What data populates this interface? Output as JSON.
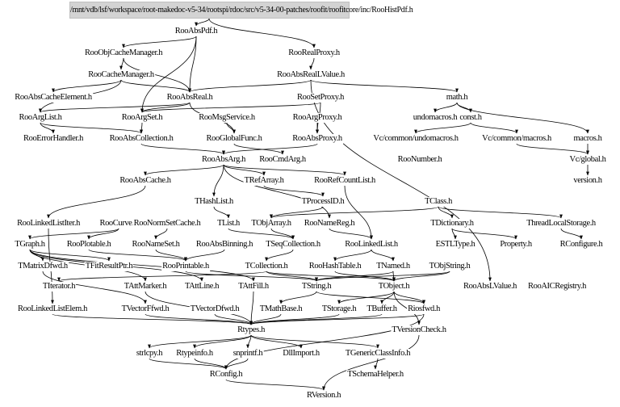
{
  "root": {
    "label": "/mnt/vdb/lsf/workspace/root-makedoc-v5-34/rootspi/rdoc/src/v5-34-00-patches/roofit/roofitcore/inc/RooHistPdf.h"
  },
  "colors": {
    "root_fill": "#d3d3d3",
    "edge": "#000000"
  },
  "nodes": [
    "RooAbsPdf.h",
    "RooObjCacheManager.h",
    "RooRealProxy.h",
    "RooCacheManager.h",
    "RooAbsRealLValue.h",
    "RooAbsCacheElement.h",
    "RooAbsReal.h",
    "RooSetProxy.h",
    "math.h",
    "RooArgList.h",
    "RooArgSet.h",
    "RooMsgService.h",
    "RooArgProxy.h",
    "undomacros.h",
    "const.h",
    "RooErrorHandler.h",
    "RooAbsCollection.h",
    "RooGlobalFunc.h",
    "RooAbsProxy.h",
    "Vc/common/undomacros.h",
    "Vc/common/macros.h",
    "macros.h",
    "RooAbsArg.h",
    "RooCmdArg.h",
    "RooNumber.h",
    "Vc/global.h",
    "RooAbsCache.h",
    "TRefArray.h",
    "RooRefCountList.h",
    "version.h",
    "THashList.h",
    "TProcessID.h",
    "TClass.h",
    "RooLinkedListIter.h",
    "RooCurve.h",
    "RooNormSetCache.h",
    "TList.h",
    "TObjArray.h",
    "RooNameReg.h",
    "TDictionary.h",
    "ThreadLocalStorage.h",
    "TGraph.h",
    "RooPlotable.h",
    "RooNameSet.h",
    "RooAbsBinning.h",
    "TSeqCollection.h",
    "RooLinkedList.h",
    "ESTLType.h",
    "Property.h",
    "RConfigure.h",
    "TMatrixDfwd.h",
    "TFitResultPtr.h",
    "RooPrintable.h",
    "TCollection.h",
    "RooHashTable.h",
    "TNamed.h",
    "TObjString.h",
    "TIterator.h",
    "TAttMarker.h",
    "TAttLine.h",
    "TAttFill.h",
    "TString.h",
    "TObject.h",
    "RooAbsLValue.h",
    "RooAICRegistry.h",
    "RooLinkedListElem.h",
    "TVectorFfwd.h",
    "TVectorDfwd.h",
    "TMathBase.h",
    "TStorage.h",
    "TBuffer.h",
    "Riosfwd.h",
    "Rtypes.h",
    "TVersionCheck.h",
    "strlcpy.h",
    "Rtypeinfo.h",
    "snprintf.h",
    "DllImport.h",
    "TGenericClassInfo.h",
    "RConfig.h",
    "TSchemaHelper.h",
    "RVersion.h"
  ],
  "edges": [
    [
      "ROOT",
      "RooAbsPdf.h"
    ],
    [
      "ROOT",
      "RooRealProxy.h"
    ],
    [
      "RooAbsPdf.h",
      "RooObjCacheManager.h"
    ],
    [
      "RooAbsPdf.h",
      "RooArgSet.h"
    ],
    [
      "RooAbsPdf.h",
      "RooAbsReal.h"
    ],
    [
      "RooObjCacheManager.h",
      "RooCacheManager.h"
    ],
    [
      "RooObjCacheManager.h",
      "RooAbsReal.h"
    ],
    [
      "RooRealProxy.h",
      "RooAbsRealLValue.h"
    ],
    [
      "RooCacheManager.h",
      "RooAbsCacheElement.h"
    ],
    [
      "RooCacheManager.h",
      "RooAbsReal.h"
    ],
    [
      "RooCacheManager.h",
      "RooArgList.h"
    ],
    [
      "RooAbsRealLValue.h",
      "RooAbsReal.h"
    ],
    [
      "RooAbsRealLValue.h",
      "math.h"
    ],
    [
      "RooAbsRealLValue.h",
      "RooAbsLValue.h"
    ],
    [
      "RooAbsReal.h",
      "RooArgSet.h"
    ],
    [
      "RooAbsReal.h",
      "RooArgList.h"
    ],
    [
      "RooAbsReal.h",
      "RooGlobalFunc.h"
    ],
    [
      "RooSetProxy.h",
      "RooAbsProxy.h"
    ],
    [
      "RooSetProxy.h",
      "RooArgSet.h"
    ],
    [
      "RooArgList.h",
      "RooErrorHandler.h"
    ],
    [
      "RooArgList.h",
      "RooAbsCollection.h"
    ],
    [
      "RooArgSet.h",
      "RooAbsCollection.h"
    ],
    [
      "RooMsgService.h",
      "RooGlobalFunc.h"
    ],
    [
      "RooArgProxy.h",
      "RooAbsProxy.h"
    ],
    [
      "RooAbsProxy.h",
      "RooAbsArg.h"
    ],
    [
      "math.h",
      "undomacros.h"
    ],
    [
      "math.h",
      "const.h"
    ],
    [
      "math.h",
      "macros.h"
    ],
    [
      "const.h",
      "Vc/common/undomacros.h"
    ],
    [
      "const.h",
      "Vc/common/macros.h"
    ],
    [
      "Vc/common/macros.h",
      "Vc/global.h"
    ],
    [
      "macros.h",
      "Vc/global.h"
    ],
    [
      "Vc/global.h",
      "version.h"
    ],
    [
      "RooAbsCollection.h",
      "RooAbsArg.h"
    ],
    [
      "RooGlobalFunc.h",
      "RooCmdArg.h"
    ],
    [
      "RooAbsArg.h",
      "RooAbsCache.h"
    ],
    [
      "RooAbsArg.h",
      "THashList.h"
    ],
    [
      "RooAbsArg.h",
      "TRefArray.h"
    ],
    [
      "RooAbsArg.h",
      "RooRefCountList.h"
    ],
    [
      "RooAbsArg.h",
      "RooNameReg.h"
    ],
    [
      "TRefArray.h",
      "TProcessID.h"
    ],
    [
      "TProcessID.h",
      "TObjArray.h"
    ],
    [
      "RooRefCountList.h",
      "RooLinkedList.h"
    ],
    [
      "RooAbsCache.h",
      "RooLinkedListIter.h"
    ],
    [
      "TClass.h",
      "TDictionary.h"
    ],
    [
      "TClass.h",
      "ThreadLocalStorage.h"
    ],
    [
      "TClass.h",
      "TObjArray.h"
    ],
    [
      "TDictionary.h",
      "ESTLType.h"
    ],
    [
      "TDictionary.h",
      "Property.h"
    ],
    [
      "ThreadLocalStorage.h",
      "RConfigure.h"
    ],
    [
      "RooCurve.h",
      "TGraph.h"
    ],
    [
      "RooCurve.h",
      "RooPlotable.h"
    ],
    [
      "RooNormSetCache.h",
      "RooNameSet.h"
    ],
    [
      "THashList.h",
      "TList.h"
    ],
    [
      "TList.h",
      "TSeqCollection.h"
    ],
    [
      "TObjArray.h",
      "TSeqCollection.h"
    ],
    [
      "RooNameReg.h",
      "RooLinkedList.h"
    ],
    [
      "RooLinkedList.h",
      "RooHashTable.h"
    ],
    [
      "RooLinkedList.h",
      "TNamed.h"
    ],
    [
      "TSeqCollection.h",
      "TCollection.h"
    ],
    [
      "TGraph.h",
      "TMatrixDfwd.h"
    ],
    [
      "TGraph.h",
      "TFitResultPtr.h"
    ],
    [
      "RooPlotable.h",
      "RooPrintable.h"
    ],
    [
      "RooNameSet.h",
      "RooPrintable.h"
    ],
    [
      "RooAbsBinning.h",
      "RooPrintable.h"
    ],
    [
      "TCollection.h",
      "TObject.h"
    ],
    [
      "TCollection.h",
      "TString.h"
    ],
    [
      "TCollection.h",
      "TIterator.h"
    ],
    [
      "RooHashTable.h",
      "TObject.h"
    ],
    [
      "TNamed.h",
      "TString.h"
    ],
    [
      "TNamed.h",
      "TObject.h"
    ],
    [
      "TObjString.h",
      "TString.h"
    ],
    [
      "TObjString.h",
      "TObject.h"
    ],
    [
      "RooPrintable.h",
      "TString.h"
    ],
    [
      "TGraph.h",
      "TAttMarker.h"
    ],
    [
      "TGraph.h",
      "TAttLine.h"
    ],
    [
      "TGraph.h",
      "TAttFill.h"
    ],
    [
      "TString.h",
      "TMathBase.h"
    ],
    [
      "TString.h",
      "Riosfwd.h"
    ],
    [
      "TObject.h",
      "TStorage.h"
    ],
    [
      "TObject.h",
      "TBuffer.h"
    ],
    [
      "TObject.h",
      "Riosfwd.h"
    ],
    [
      "TObject.h",
      "TVersionCheck.h"
    ],
    [
      "RooLinkedListIter.h",
      "RooLinkedListElem.h"
    ],
    [
      "RooLinkedListElem.h",
      "Rtypes.h"
    ],
    [
      "TMatrixDfwd.h",
      "TVectorFfwd.h"
    ],
    [
      "TVectorFfwd.h",
      "Rtypes.h"
    ],
    [
      "TVectorDfwd.h",
      "Rtypes.h"
    ],
    [
      "TMathBase.h",
      "Rtypes.h"
    ],
    [
      "TStorage.h",
      "Rtypes.h"
    ],
    [
      "TBuffer.h",
      "Rtypes.h"
    ],
    [
      "Riosfwd.h",
      "Rtypes.h"
    ],
    [
      "TAttMarker.h",
      "Rtypes.h"
    ],
    [
      "TAttFill.h",
      "Rtypes.h"
    ],
    [
      "Rtypes.h",
      "strlcpy.h"
    ],
    [
      "Rtypes.h",
      "Rtypeinfo.h"
    ],
    [
      "Rtypes.h",
      "snprintf.h"
    ],
    [
      "Rtypes.h",
      "DllImport.h"
    ],
    [
      "Rtypes.h",
      "TGenericClassInfo.h"
    ],
    [
      "TVersionCheck.h",
      "RVersion.h"
    ],
    [
      "TGenericClassInfo.h",
      "TSchemaHelper.h"
    ],
    [
      "strlcpy.h",
      "RConfig.h"
    ],
    [
      "Rtypeinfo.h",
      "RConfig.h"
    ],
    [
      "snprintf.h",
      "RConfig.h"
    ],
    [
      "Riosfwd.h",
      "RConfig.h"
    ],
    [
      "RConfig.h",
      "RVersion.h"
    ]
  ]
}
